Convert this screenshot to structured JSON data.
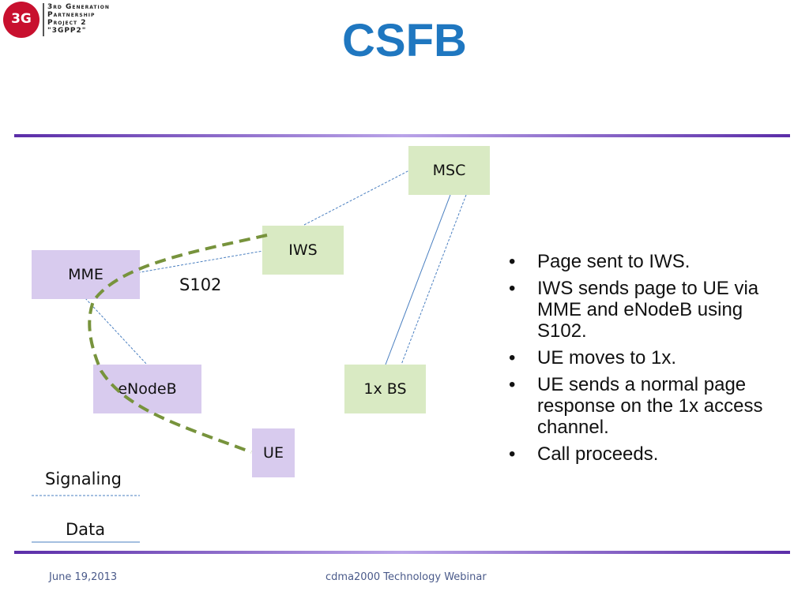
{
  "logo": {
    "mark": "3G",
    "lines": [
      "3rd Generation",
      "Partnership",
      "Project 2",
      "\"3GPP2\""
    ]
  },
  "title": "CSFB",
  "diagram": {
    "nodes": {
      "msc": "MSC",
      "iws": "IWS",
      "mme": "MME",
      "enodeb": "eNodeB",
      "bs1x": "1x BS",
      "ue": "UE"
    },
    "s102_label": "S102",
    "legend": {
      "signaling": "Signaling",
      "data": "Data"
    }
  },
  "bullets": [
    "Page sent to IWS.",
    "IWS sends page to UE via MME and eNodeB using S102.",
    "UE moves to 1x.",
    "UE sends a normal page response on the 1x access channel.",
    "Call proceeds."
  ],
  "footer": {
    "date": "June 19,2013",
    "event": "cdma2000 Technology Webinar"
  },
  "colors": {
    "title": "#1f77c0",
    "node_purple": "#d8cbee",
    "node_green": "#d9eac3",
    "signal_line": "#4a7fc0",
    "path_dashed": "#77933c",
    "rule": "#5b2da8"
  }
}
